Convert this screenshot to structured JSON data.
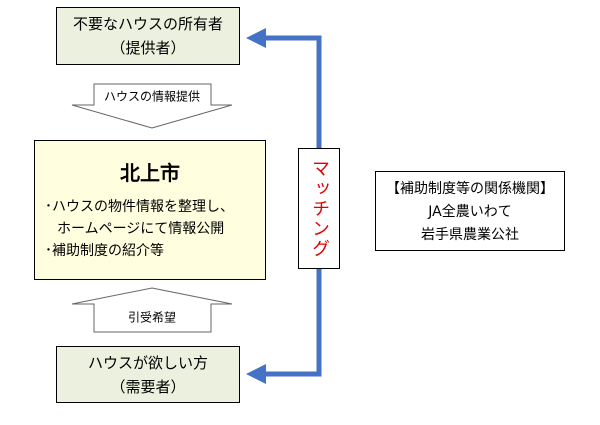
{
  "owner": {
    "line1": "不要なハウスの所有者",
    "line2": "（提供者）"
  },
  "info_arrow": {
    "label": "ハウスの情報提供"
  },
  "city": {
    "title": "北上市",
    "tasks": [
      "･ハウスの物件情報を整理し、",
      "ホームページにて情報公開",
      "･補助制度の紹介等"
    ]
  },
  "request_arrow": {
    "label": "引受希望"
  },
  "seeker": {
    "line1": "ハウスが欲しい方",
    "line2": "（需要者）"
  },
  "matching": {
    "label": "マッチング"
  },
  "orgs": {
    "header": "【補助制度等の関係機関】",
    "items": [
      "JA全農いわて",
      "岩手県農業公社"
    ]
  },
  "colors": {
    "party_fill": "#ebf1de",
    "city_fill": "#ffffe0",
    "connector": "#4472c4",
    "matching_text": "#e00000"
  },
  "icons": [
    "arrow-down-icon",
    "arrow-up-icon",
    "arrow-left-icon"
  ]
}
